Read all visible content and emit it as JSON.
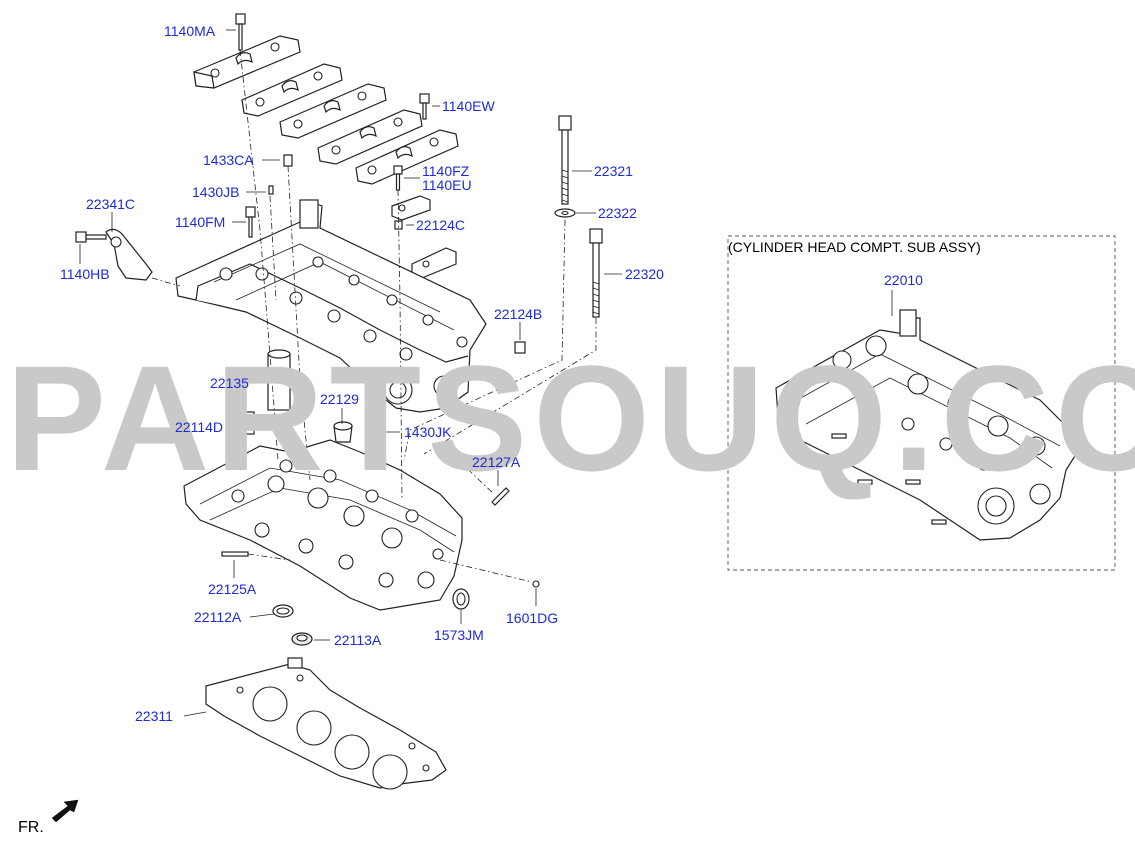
{
  "sub_assembly": {
    "header": "(CYLINDER HEAD COMPT. SUB ASSY)",
    "part_number": "22010"
  },
  "part_labels": {
    "p1140MA": "1140MA",
    "p1140EW": "1140EW",
    "p1433CA": "1433CA",
    "p1140FZ": "1140FZ",
    "p1140EU": "1140EU",
    "p1430JB": "1430JB",
    "p22341C": "22341C",
    "p1140FM": "1140FM",
    "p22124C": "22124C",
    "p1140HB": "1140HB",
    "p22321": "22321",
    "p22322": "22322",
    "p22320": "22320",
    "p22124B": "22124B",
    "p22135": "22135",
    "p22129": "22129",
    "p22114D": "22114D",
    "p1430JK": "1430JK",
    "p22127A": "22127A",
    "p22125A": "22125A",
    "p22112A": "22112A",
    "p22113A": "22113A",
    "p1573JM": "1573JM",
    "p1601DG": "1601DG",
    "p22311": "22311"
  },
  "direction_marker": "FR.",
  "watermark": "PARTSOUQ.COM",
  "colors": {
    "label": "#1f2bd6",
    "line": "#222222",
    "watermark": "#c9c9c9"
  }
}
